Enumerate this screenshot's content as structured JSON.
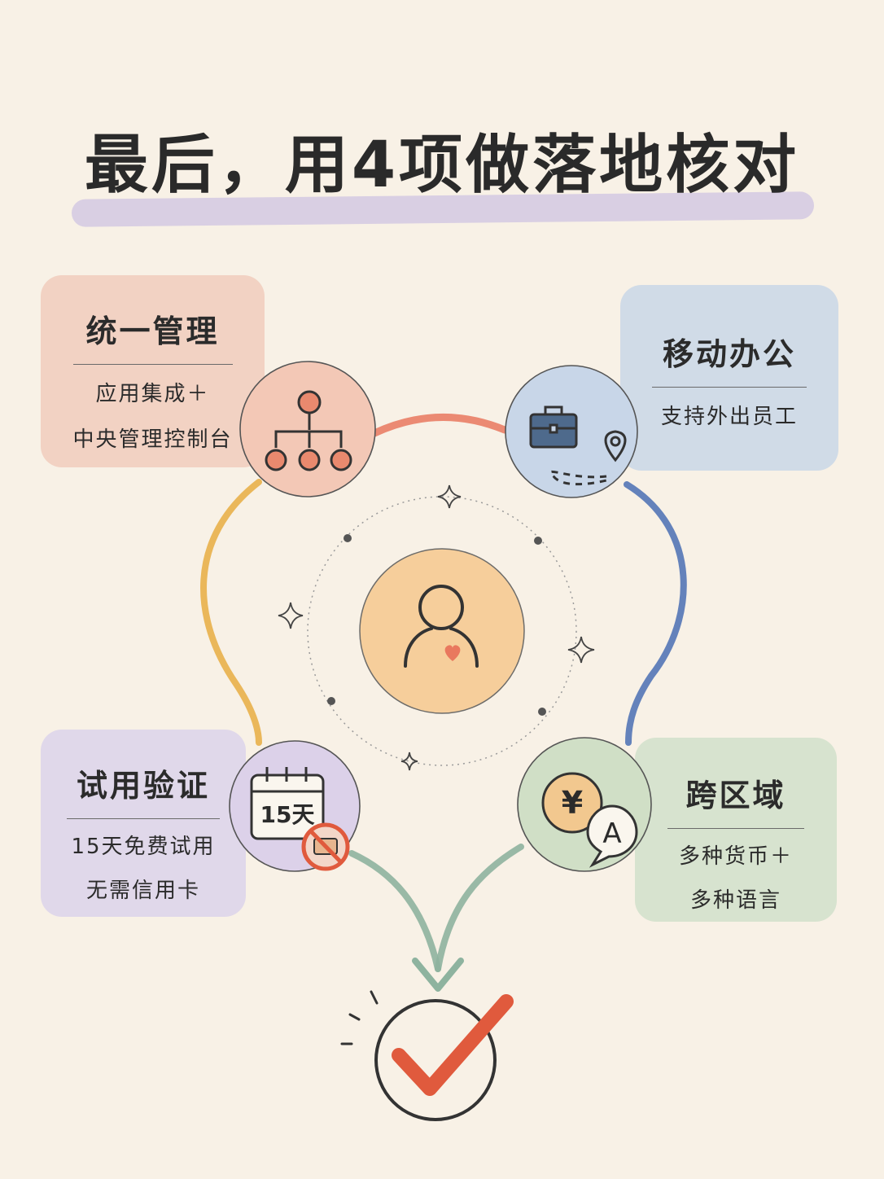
{
  "title": "最后，用4项做落地核对",
  "cards": [
    {
      "title": "统一管理",
      "desc": [
        "应用集成＋",
        "中央管理控制台"
      ]
    },
    {
      "title": "移动办公",
      "desc": [
        "支持外出员工"
      ]
    },
    {
      "title": "试用验证",
      "desc": [
        "15天免费试用",
        "无需信用卡"
      ]
    },
    {
      "title": "跨区域",
      "desc": [
        "多种货币＋",
        "多种语言"
      ]
    }
  ],
  "icons": {
    "management": "org-chart-icon",
    "mobile": "briefcase-location-icon",
    "trial": "calendar-no-credit-card-icon",
    "region": "currency-language-icon",
    "center": "person-heart-icon",
    "result": "checkmark-icon"
  },
  "calendar_label": "15天",
  "currency_symbol": "¥",
  "language_symbol": "A",
  "colors": {
    "background": "#f8f1e6",
    "management": "#e9785e",
    "mobile": "#4a6fb3",
    "trial": "#e8b04a",
    "region": "#8eb39f",
    "center": "#f6c98e",
    "check": "#e05a3d"
  }
}
